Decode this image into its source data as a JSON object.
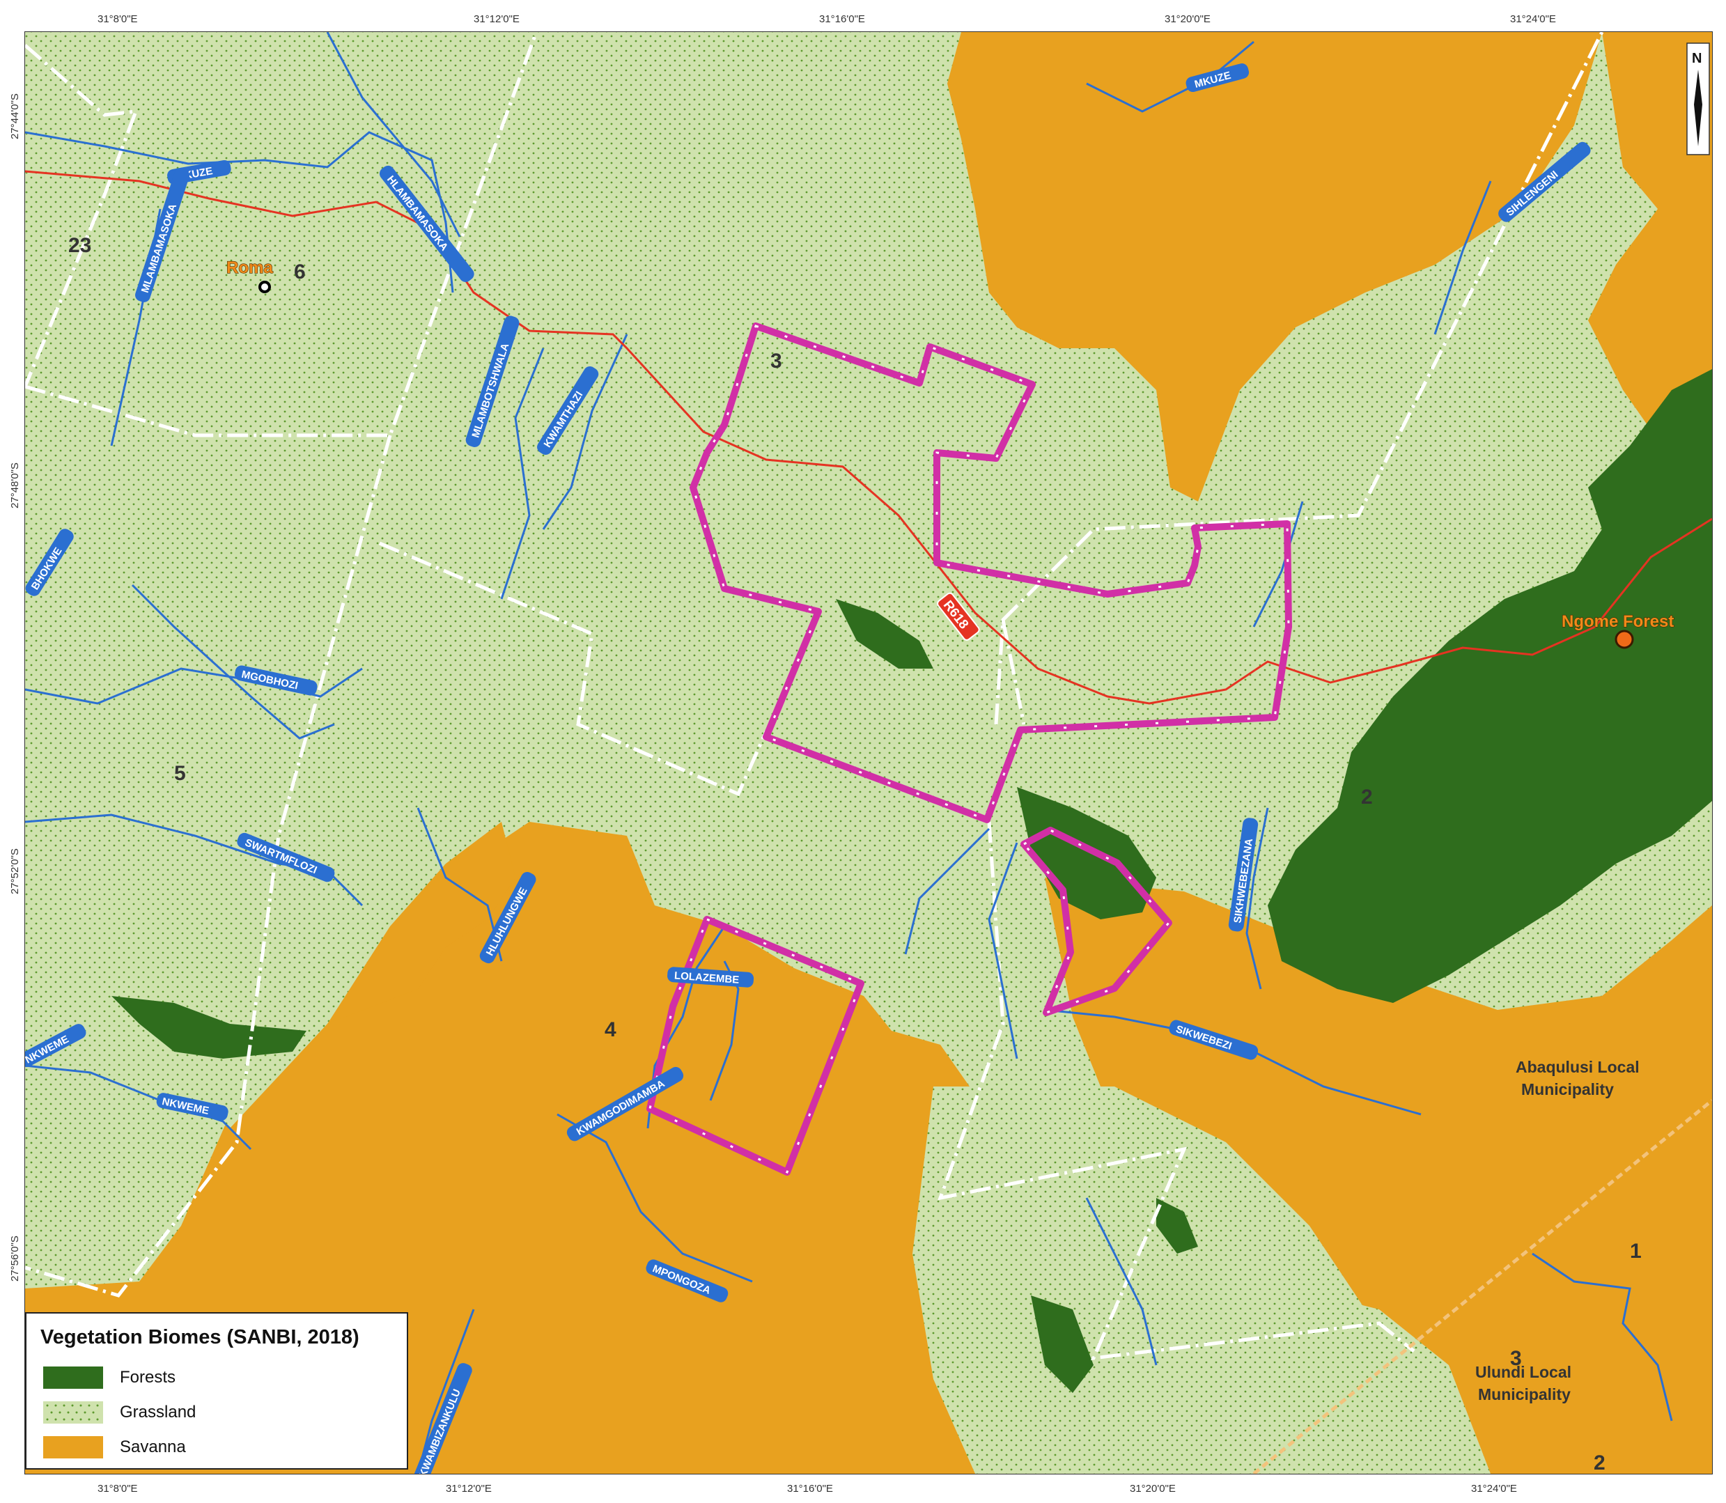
{
  "colors": {
    "savanna": "#e8a11f",
    "grassland": "#cfe2ad",
    "forest": "#2f6d1d",
    "river": "#2b6fd1",
    "road": "#e53322",
    "boundary": "#ffffff",
    "site": "#d12fa6",
    "label_box": "#2b6fd1"
  },
  "legend": {
    "title": "Vegetation Biomes (SANBI, 2018)",
    "items": [
      {
        "label": "Forests",
        "color": "#2f6d1d",
        "pattern": "solid"
      },
      {
        "label": "Grassland",
        "color": "#cfe2ad",
        "pattern": "dotted"
      },
      {
        "label": "Savanna",
        "color": "#e8a11f",
        "pattern": "solid"
      }
    ]
  },
  "north_arrow": {
    "label": "N"
  },
  "graticule": {
    "top_ticks": [
      "31°8'0\"E",
      "31°12'0\"E",
      "31°16'0\"E",
      "31°20'0\"E",
      "31°24'0\"E"
    ],
    "bottom_ticks": [
      "31°8'0\"E",
      "31°12'0\"E",
      "31°16'0\"E",
      "31°20'0\"E",
      "31°24'0\"E"
    ],
    "left_ticks": [
      "27°44'0\"S",
      "27°48'0\"S",
      "27°52'0\"S",
      "27°56'0\"S"
    ]
  },
  "places": [
    {
      "name": "Roma",
      "type": "town"
    },
    {
      "name": "Ngome Forest",
      "type": "forest-station"
    }
  ],
  "municipalities": [
    {
      "line1": "Abaqulusi Local",
      "line2": "Municipality"
    },
    {
      "line1": "Ulundi Local",
      "line2": "Municipality"
    }
  ],
  "zones": [
    "23",
    "6",
    "3",
    "5",
    "4",
    "2",
    "1",
    "3",
    "2"
  ],
  "roads": [
    {
      "label": "R618"
    }
  ],
  "rivers": [
    "MKUZE",
    "MKUZE",
    "HLAMBAMASOKA",
    "MLAMBAMASOKA",
    "MLAMBOTSHWALA",
    "KWAMTHAZI",
    "SIHLENGENI",
    "BHOKWE",
    "MGOBHOZI",
    "SWARTMFLOZI",
    "HLUHLUNGWE",
    "LOLAZEMBE",
    "KWAMGODIMAMBA",
    "NKWEME",
    "NKWEME",
    "MPONGOZA",
    "SIKHWEBEZANA",
    "SIKWEBEZI",
    "KWAMBIZANKULU"
  ]
}
